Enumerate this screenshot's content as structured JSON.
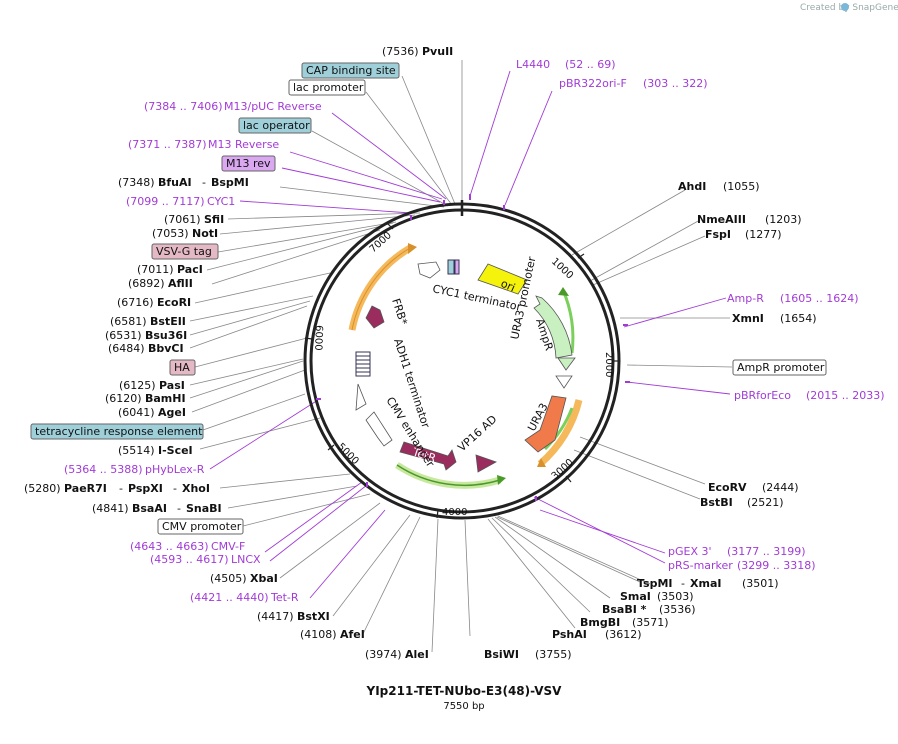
{
  "credit": "Created by SnapGene",
  "plasmid": {
    "name": "YIp211-TET-NUbo-E3(48)-VSV",
    "length": "7550 bp"
  },
  "ticks": [
    "1000",
    "2000",
    "3000",
    "4000",
    "5000",
    "6000",
    "7000"
  ],
  "labels": {
    "pvuii_pos": "(7536)",
    "pvuii": "PvuII",
    "cap": "CAP binding site",
    "lacprom": "lac promoter",
    "m13puc_pos": "(7384 .. 7406)",
    "m13puc": "M13/pUC Reverse",
    "lacop": "lac operator",
    "m13rev_pos": "(7371 .. 7387)",
    "m13rev": "M13 Reverse",
    "m13revbox": "M13 rev",
    "bfuai_pos": "(7348)",
    "bfuai": "BfuAI",
    "bspmi": "BspMI",
    "cyc1_pos": "(7099 .. 7117)",
    "cyc1": "CYC1",
    "sfii_pos": "(7061)",
    "sfii": "SfiI",
    "noti_pos": "(7053)",
    "noti": "NotI",
    "vsvg": "VSV-G tag",
    "paci_pos": "(7011)",
    "paci": "PacI",
    "aflii_pos": "(6892)",
    "aflii": "AflII",
    "ecori_pos": "(6716)",
    "ecori": "EcoRI",
    "bsteii_pos": "(6581)",
    "bsteii": "BstEII",
    "bsu36i_pos": "(6531)",
    "bsu36i": "Bsu36I",
    "bbvci_pos": "(6484)",
    "bbvci": "BbvCI",
    "ha": "HA",
    "pasi_pos": "(6125)",
    "pasi": "PasI",
    "bamhi_pos": "(6120)",
    "bamhi": "BamHI",
    "agei_pos": "(6041)",
    "agei": "AgeI",
    "tre": "tetracycline response element",
    "iscei_pos": "(5514)",
    "iscei": "I-SceI",
    "phyblex_pos": "(5364 .. 5388)",
    "phyblex": "pHybLex-R",
    "paer7i_pos": "(5280)",
    "paer7i": "PaeR7I",
    "pspxi": "PspXI",
    "xhoi": "XhoI",
    "bsaai_pos": "(4841)",
    "bsaai": "BsaAI",
    "snabi": "SnaBI",
    "cmvprom": "CMV promoter",
    "cmvf_pos": "(4643 .. 4663)",
    "cmvf": "CMV-F",
    "lncx_pos": "(4593 .. 4617)",
    "lncx": "LNCX",
    "xbai_pos": "(4505)",
    "xbai": "XbaI",
    "tetr_pos": "(4421 .. 4440)",
    "tetr": "Tet-R",
    "bstxi_pos": "(4417)",
    "bstxi": "BstXI",
    "afei_pos": "(4108)",
    "afei": "AfeI",
    "alei_pos": "(3974)",
    "alei": "AleI",
    "bsiwi": "BsiWI",
    "bsiwi_pos": "(3755)",
    "pshai": "PshAI",
    "pshai_pos": "(3612)",
    "bmgbi": "BmgBI",
    "bmgbi_pos": "(3571)",
    "bsabi": "BsaBI *",
    "bsabi_pos": "(3536)",
    "smai": "SmaI",
    "smai_pos": "(3503)",
    "tspmi": "TspMI",
    "xmai": "XmaI",
    "tspmi_pos": "(3501)",
    "rsmarker": "pRS-marker",
    "rsmarker_pos": "(3299 .. 3318)",
    "pgex3": "pGEX 3'",
    "pgex3_pos": "(3177 .. 3199)",
    "bstbi": "BstBI",
    "bstbi_pos": "(2521)",
    "ecorv": "EcoRV",
    "ecorv_pos": "(2444)",
    "pbrforeco": "pBRforEco",
    "pbrforeco_pos": "(2015 .. 2033)",
    "amprprom": "AmpR promoter",
    "xmni": "XmnI",
    "xmni_pos": "(1654)",
    "ampr": "Amp-R",
    "ampr_pos": "(1605 .. 1624)",
    "fspi": "FspI",
    "fspi_pos": "(1277)",
    "nmeaiii": "NmeAIII",
    "nmeaiii_pos": "(1203)",
    "ahdi": "AhdI",
    "ahdi_pos": "(1055)",
    "pbr322": "pBR322ori-F",
    "pbr322_pos": "(303 .. 322)",
    "l4440": "L4440",
    "l4440_pos": "(52 .. 69)"
  },
  "features": {
    "ori": "ori",
    "ampr": "AmpR",
    "amprprom": "AmpR promoter",
    "ura3prom": "URA3 promoter",
    "ura3": "URA3",
    "vp16": "VP16 AD",
    "tetr": "TetR",
    "cmvenh": "CMV enhancer",
    "adh1": "ADH1 terminator",
    "frb": "FRB*",
    "cyc1term": "CYC1 terminator"
  },
  "colors": {
    "ori": "#f5f20c",
    "ampr": "#c8f0c0",
    "ura3": "#f07a4a",
    "tetr": "#9b2d5e",
    "orange": "#f5b85a",
    "green": "#7ad05a",
    "purple": "#a23bd6",
    "blue_box": "#9fd0da",
    "pink_box": "#e4b9c5",
    "m13_box": "#d9a8f0"
  }
}
